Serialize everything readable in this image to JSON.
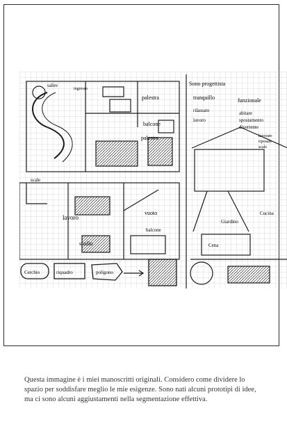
{
  "sketch": {
    "labels": {
      "salire": "salire",
      "ingresso": "ingresso",
      "palestra1": "palestra",
      "balcone1": "balcone",
      "palestra2": "palestra",
      "scale": "scale",
      "lavoro": "lavoro",
      "studio": "studio",
      "vuoto": "vuoto",
      "balcone2": "balcone",
      "cerchio": "Cerchio",
      "riquadro": "riquadro",
      "poligono": "poligono",
      "title": "Sono progettista",
      "tranquillo": "tranquillo",
      "rilassato": "rilassato",
      "lavoro2": "lavoro",
      "funzionale": "funzionale",
      "abitare": "abitare",
      "spostamento": "spostamento",
      "divertente": "divertente",
      "lavorare": "lavorare",
      "riposare": "riposare",
      "scale2": "scale",
      "cucina": "Cucina",
      "giardino": "Giardino",
      "cena": "Cena"
    }
  },
  "caption": "Questa immagine  è  i miei manoscritti originali. Considero come dividere lo spazio per soddisfare meglio le mie esigenze. Sono nati alcuni prototipi di idee, ma ci sono alcuni aggiustamenti nella segmentazione effettiva."
}
